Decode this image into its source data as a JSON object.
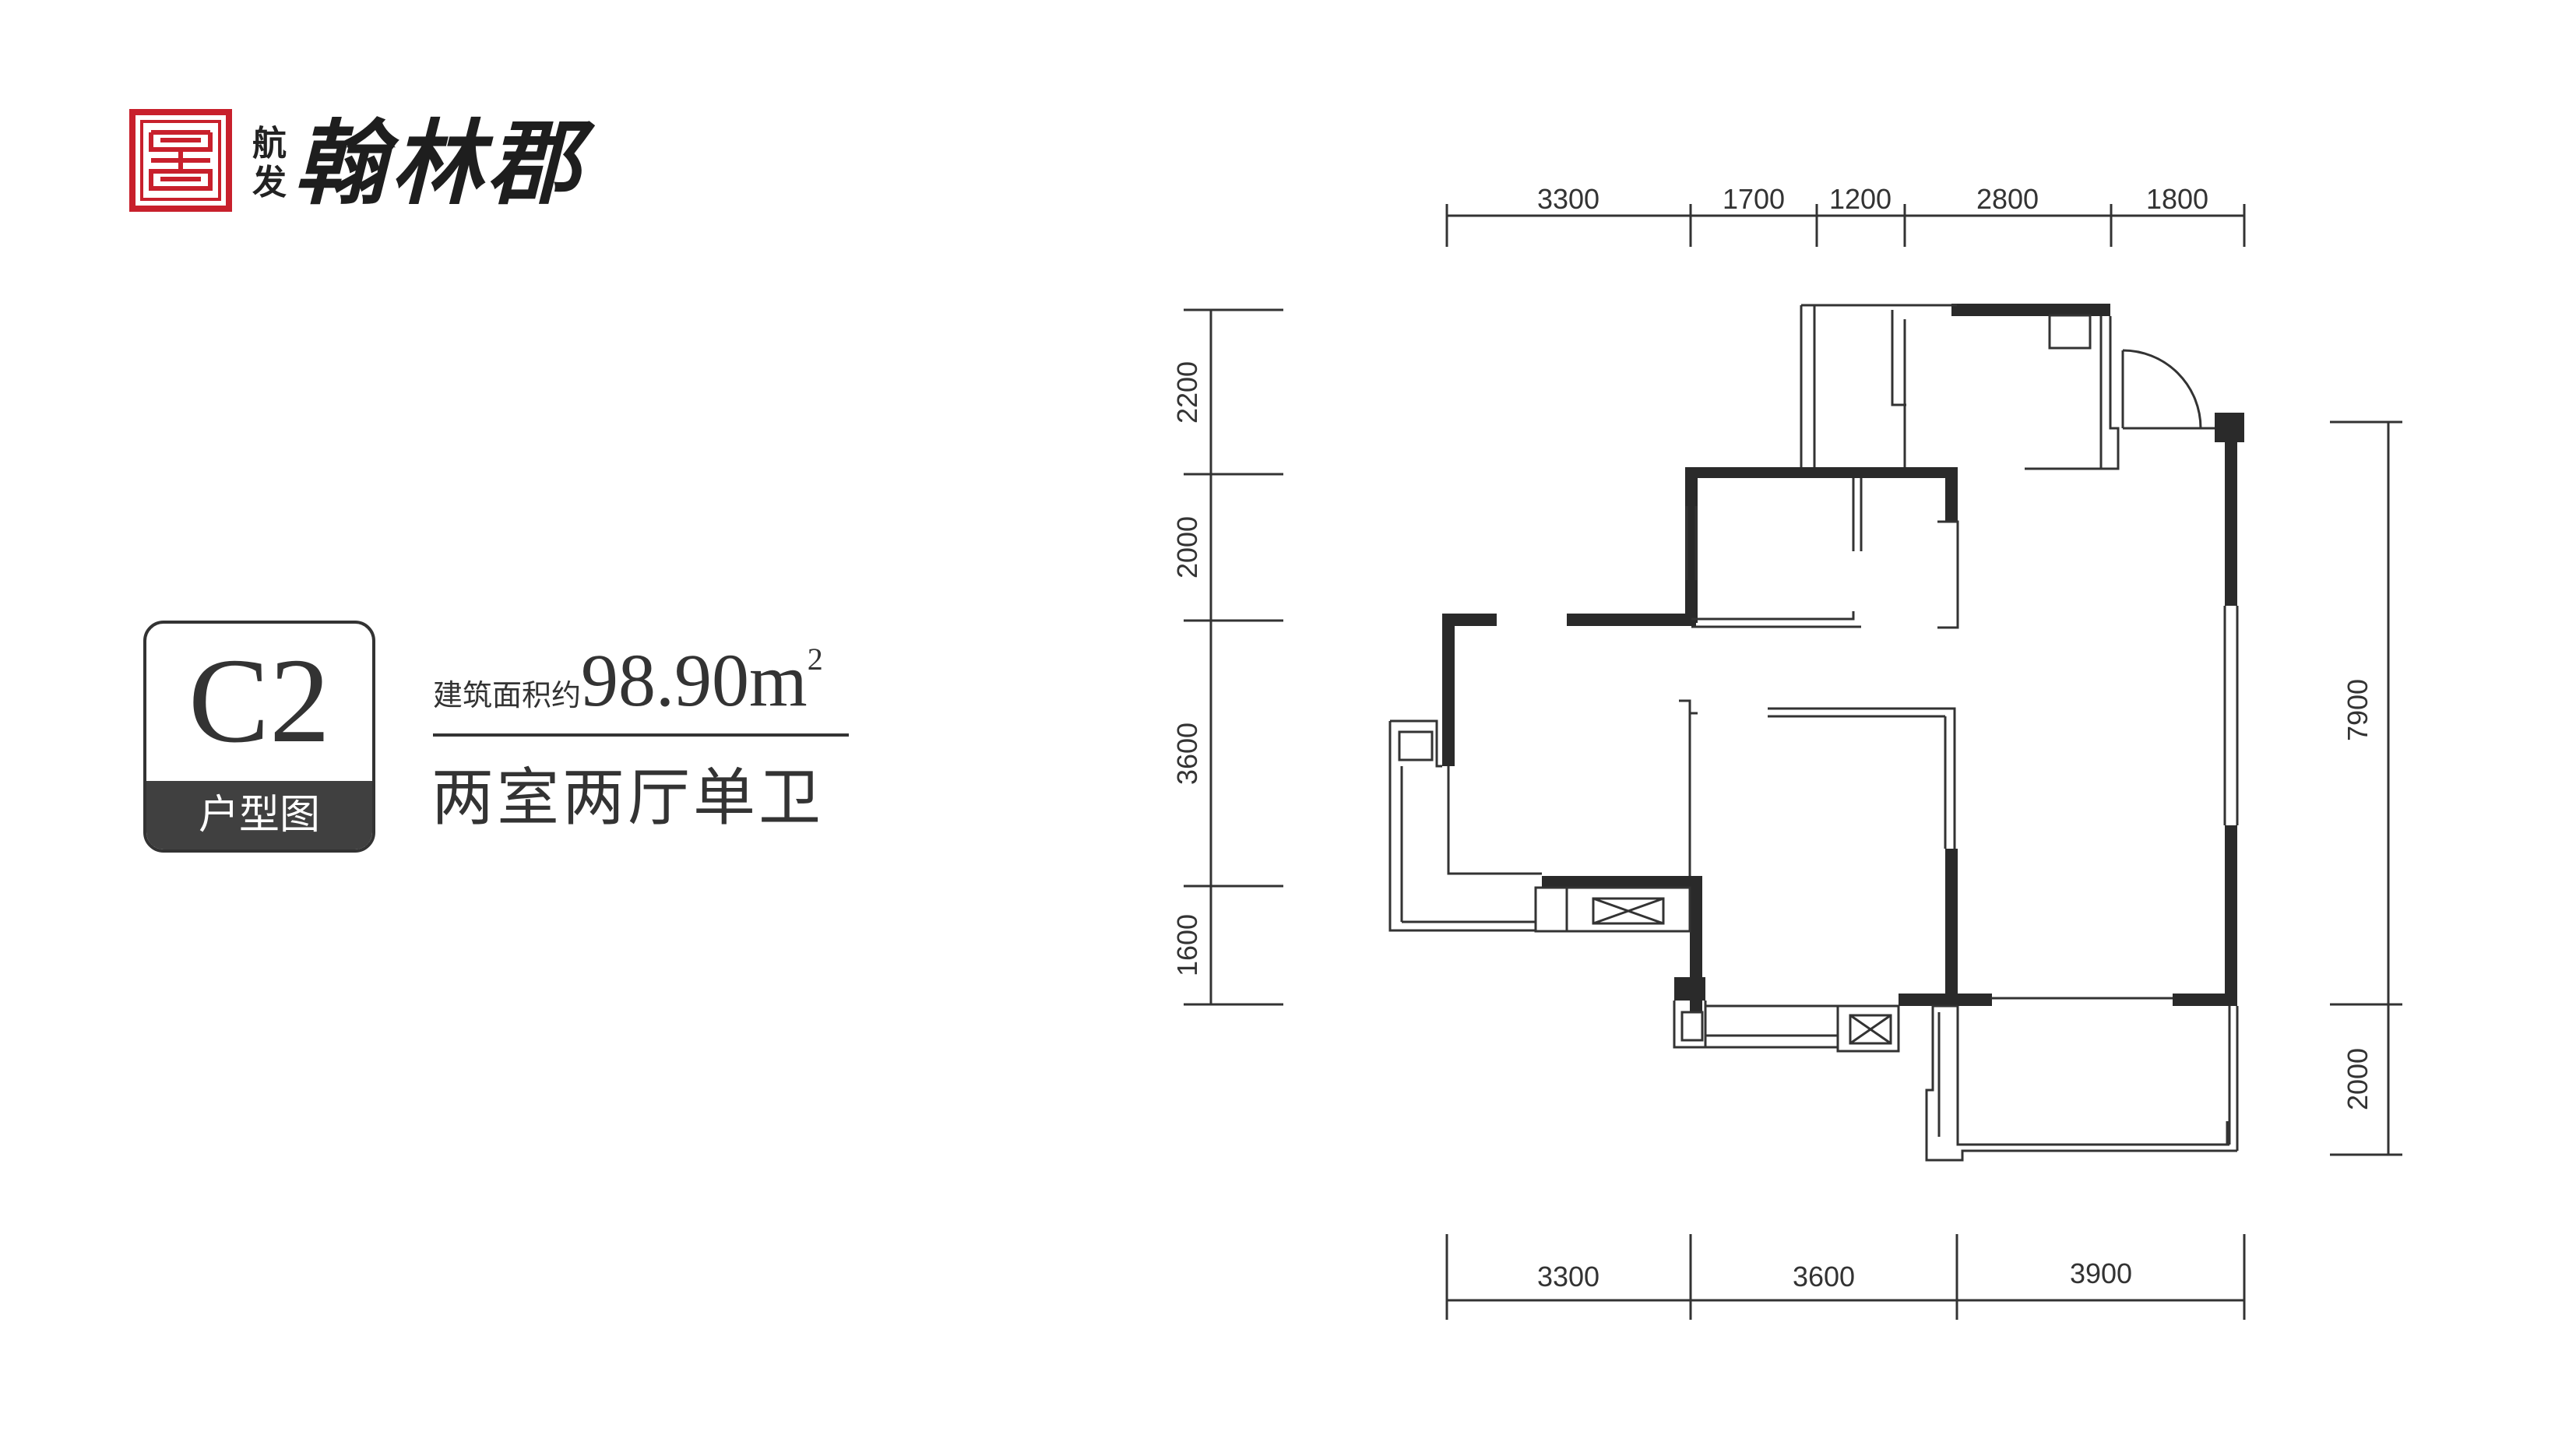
{
  "brand": {
    "name_small": "航发",
    "name_main": "翰林郡",
    "seal_color": "#c8202c"
  },
  "unit_type": {
    "code": "C2",
    "label": "户型图"
  },
  "area": {
    "prefix": "建筑面积约",
    "value": "98.90",
    "unit": "m",
    "superscript": "2"
  },
  "layout_desc": "两室两厅单卫",
  "dimensions": {
    "top": [
      "3300",
      "1700",
      "1200",
      "2800",
      "1800"
    ],
    "bottom": [
      "3300",
      "3600",
      "3900"
    ],
    "left": [
      "2200",
      "2000",
      "3600",
      "1600"
    ],
    "right": [
      "7900",
      "2000"
    ]
  },
  "colors": {
    "wall": "#2a2a2a",
    "line": "#333333",
    "text": "#333333"
  }
}
